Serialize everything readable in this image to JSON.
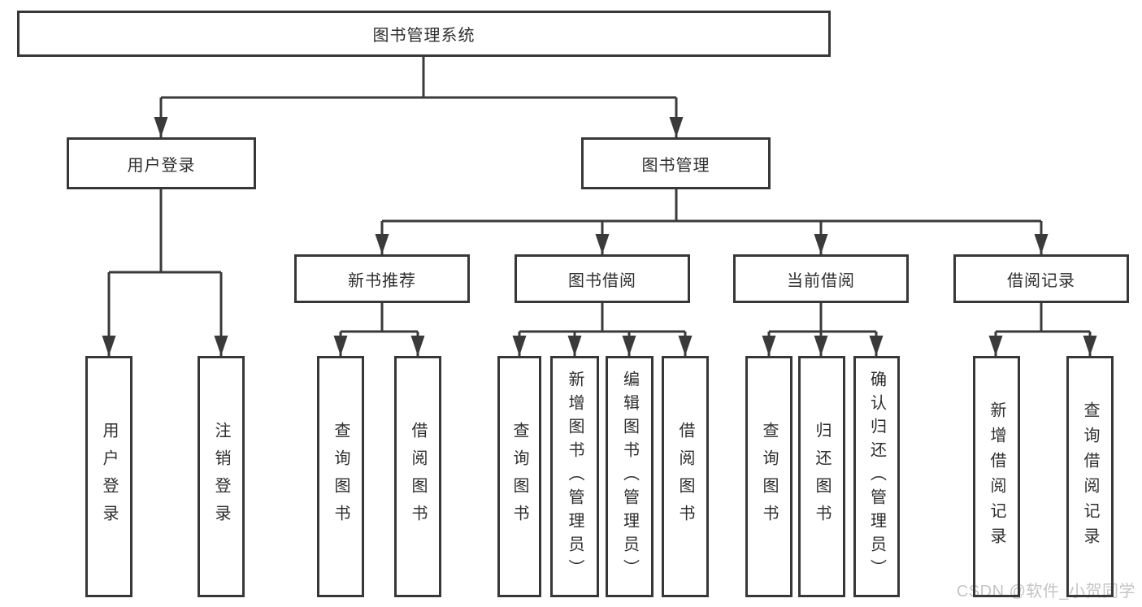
{
  "diagram_type": "hierarchy-tree",
  "tree": {
    "label": "图书管理系统",
    "children": [
      {
        "label": "用户登录",
        "children": [
          {
            "label": "用户登录"
          },
          {
            "label": "注销登录"
          }
        ]
      },
      {
        "label": "图书管理",
        "children": [
          {
            "label": "新书推荐",
            "children": [
              {
                "label": "查询图书"
              },
              {
                "label": "借阅图书"
              }
            ]
          },
          {
            "label": "图书借阅",
            "children": [
              {
                "label": "查询图书"
              },
              {
                "label": "新增图书（管理员）"
              },
              {
                "label": "编辑图书（管理员）"
              },
              {
                "label": "借阅图书"
              }
            ]
          },
          {
            "label": "当前借阅",
            "children": [
              {
                "label": "查询图书"
              },
              {
                "label": "归还图书"
              },
              {
                "label": "确认归还（管理员）"
              }
            ]
          },
          {
            "label": "借阅记录",
            "children": [
              {
                "label": "新增借阅记录"
              },
              {
                "label": "查询借阅记录"
              }
            ]
          }
        ]
      }
    ]
  },
  "watermark": {
    "text": "CSDN @软件_小贺同学"
  },
  "colors": {
    "line": "#3a3a3a",
    "box_border": "#373737",
    "text": "#2e2e2e",
    "watermark": "#c4c4c4",
    "background": "#ffffff"
  }
}
